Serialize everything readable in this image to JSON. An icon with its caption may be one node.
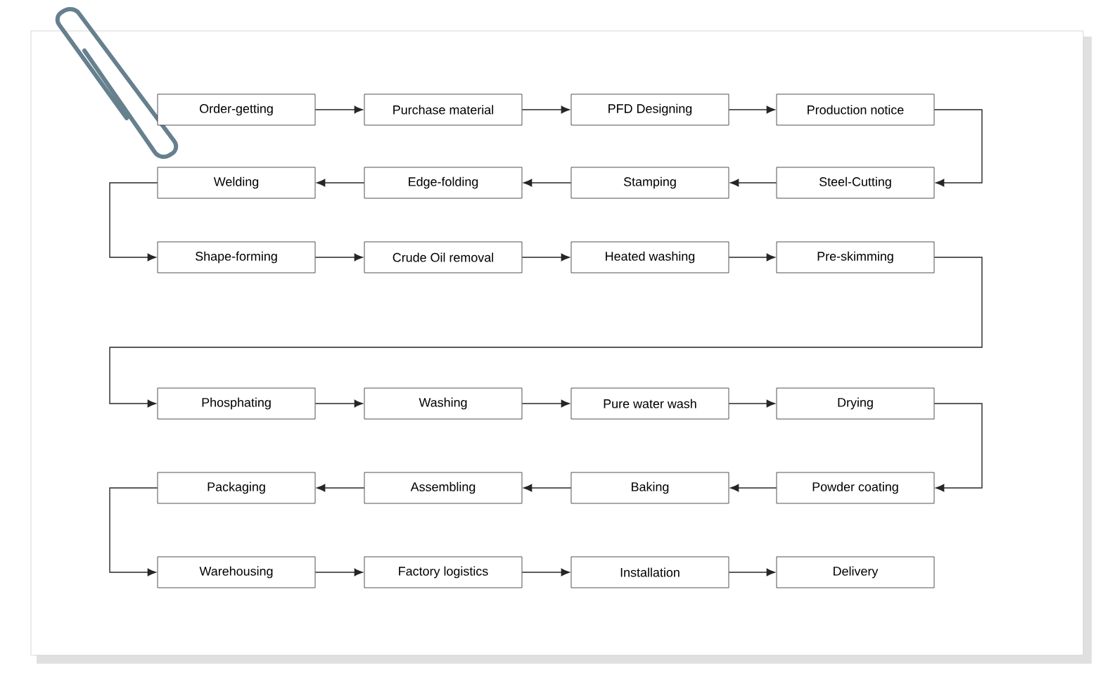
{
  "diagram": {
    "nodes": [
      {
        "text": [
          "Order-getting"
        ]
      },
      {
        "text": [
          "Purchase material"
        ]
      },
      {
        "text": [
          "PFD Designing"
        ]
      },
      {
        "text": [
          "Production notice"
        ]
      },
      {
        "text": [
          "Welding"
        ]
      },
      {
        "text": [
          "Edge-folding"
        ]
      },
      {
        "text": [
          "Stamping"
        ]
      },
      {
        "text": [
          "Steel-Cutting"
        ]
      },
      {
        "text": [
          "Shape-forming"
        ]
      },
      {
        "text": [
          "Crude Oil removal"
        ]
      },
      {
        "text": [
          "Heated washing"
        ]
      },
      {
        "text": [
          "Pre-skimming"
        ]
      },
      {
        "text": [
          "Phosphating"
        ]
      },
      {
        "text": [
          "Washing"
        ]
      },
      {
        "text": [
          "Pure water wash"
        ]
      },
      {
        "text": [
          "Drying"
        ]
      },
      {
        "text": [
          "Packaging"
        ]
      },
      {
        "text": [
          "Assembling"
        ]
      },
      {
        "text": [
          "Baking"
        ]
      },
      {
        "text": [
          "Powder coating"
        ]
      },
      {
        "text": [
          "Warehousing"
        ]
      },
      {
        "text": [
          "Factory logistics"
        ]
      },
      {
        "text": [
          "Installation"
        ]
      },
      {
        "text": [
          "Delivery"
        ]
      }
    ],
    "edges": [
      {
        "from": 0,
        "to": 1,
        "arrow": "to"
      },
      {
        "from": 1,
        "to": 2,
        "arrow": "to"
      },
      {
        "from": 2,
        "to": 3,
        "arrow": "to"
      },
      {
        "from": 3,
        "to": 7,
        "arrow": "to"
      },
      {
        "from": 7,
        "to": 6,
        "arrow": "to"
      },
      {
        "from": 6,
        "to": 5,
        "arrow": "to"
      },
      {
        "from": 5,
        "to": 4,
        "arrow": "to"
      },
      {
        "from": 4,
        "to": 8,
        "arrow": "to"
      },
      {
        "from": 8,
        "to": 9,
        "arrow": "to"
      },
      {
        "from": 9,
        "to": 10,
        "arrow": "to"
      },
      {
        "from": 10,
        "to": 11,
        "arrow": "to"
      },
      {
        "from": 11,
        "to": 12,
        "arrow": "to"
      },
      {
        "from": 12,
        "to": 13,
        "arrow": "to"
      },
      {
        "from": 13,
        "to": 14,
        "arrow": "to"
      },
      {
        "from": 14,
        "to": 15,
        "arrow": "to"
      },
      {
        "from": 15,
        "to": 19,
        "arrow": "to"
      },
      {
        "from": 19,
        "to": 18,
        "arrow": "to"
      },
      {
        "from": 18,
        "to": 17,
        "arrow": "to"
      },
      {
        "from": 17,
        "to": 16,
        "arrow": "to"
      },
      {
        "from": 16,
        "to": 20,
        "arrow": "to"
      },
      {
        "from": 20,
        "to": 21,
        "arrow": "to"
      },
      {
        "from": 21,
        "to": 22,
        "arrow": "to"
      },
      {
        "from": 22,
        "to": 23,
        "arrow": "to"
      }
    ]
  }
}
